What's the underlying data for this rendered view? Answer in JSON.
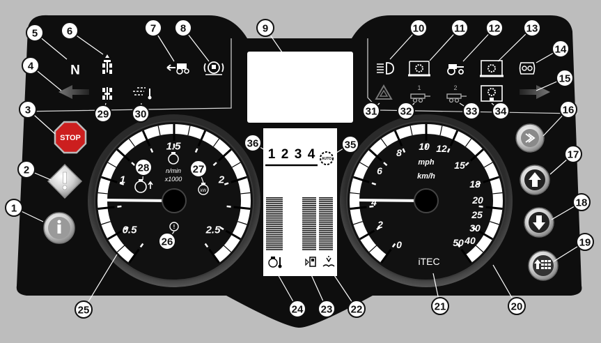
{
  "colors": {
    "background": "#bdbdbd",
    "panel": "#0e0e0e",
    "stop_red": "#cc1f1f",
    "display_white": "#ffffff"
  },
  "indicators": {
    "neutral": "N",
    "stop": "STOP",
    "brand": "iTEC",
    "gear_positions": [
      "1",
      "2",
      "3",
      "4"
    ],
    "auto_badge": "AUTO",
    "trailer_1": "1",
    "trailer_2": "2"
  },
  "tachometer": {
    "unit_line1": "n/min",
    "unit_line2": "x1000",
    "tick_labels": [
      "0.5",
      "1",
      "1.5",
      "2",
      "2.5"
    ]
  },
  "speedometer": {
    "unit_mph": "mph",
    "unit_kmh": "km/h",
    "mph_labels": [
      "0",
      "2",
      "4",
      "6",
      "8",
      "10",
      "12"
    ],
    "kmh_labels": [
      "15",
      "18",
      "20",
      "25",
      "30",
      "40",
      "50"
    ]
  },
  "icons": [
    "info-icon",
    "warning-icon",
    "stop-icon",
    "left-turn-arrow-icon",
    "neutral-icon",
    "four-wheel-drive-icon",
    "pto-icon",
    "reverse-tractor-icon",
    "trailer-brake-icon",
    "display-screen",
    "headlight-icon",
    "pto-front-icon",
    "tractor-icon",
    "pto-rear-icon",
    "preheat-icon",
    "right-turn-arrow-icon",
    "menu-enter-icon",
    "up-arrow-icon",
    "down-arrow-icon",
    "gear-menu-icon",
    "hazard-icon",
    "exhaust-temp-icon",
    "differential-lock-icon",
    "engine-load-icon",
    "engine-kw-icon",
    "engine-oil-icon",
    "coolant-temp-icon",
    "fuel-icon",
    "def-fluid-icon"
  ],
  "callouts": [
    "1",
    "2",
    "3",
    "4",
    "5",
    "6",
    "7",
    "8",
    "9",
    "10",
    "11",
    "12",
    "13",
    "14",
    "15",
    "16",
    "17",
    "18",
    "19",
    "20",
    "21",
    "22",
    "23",
    "24",
    "25",
    "26",
    "27",
    "28",
    "29",
    "30",
    "31",
    "32",
    "33",
    "34",
    "35",
    "36"
  ]
}
